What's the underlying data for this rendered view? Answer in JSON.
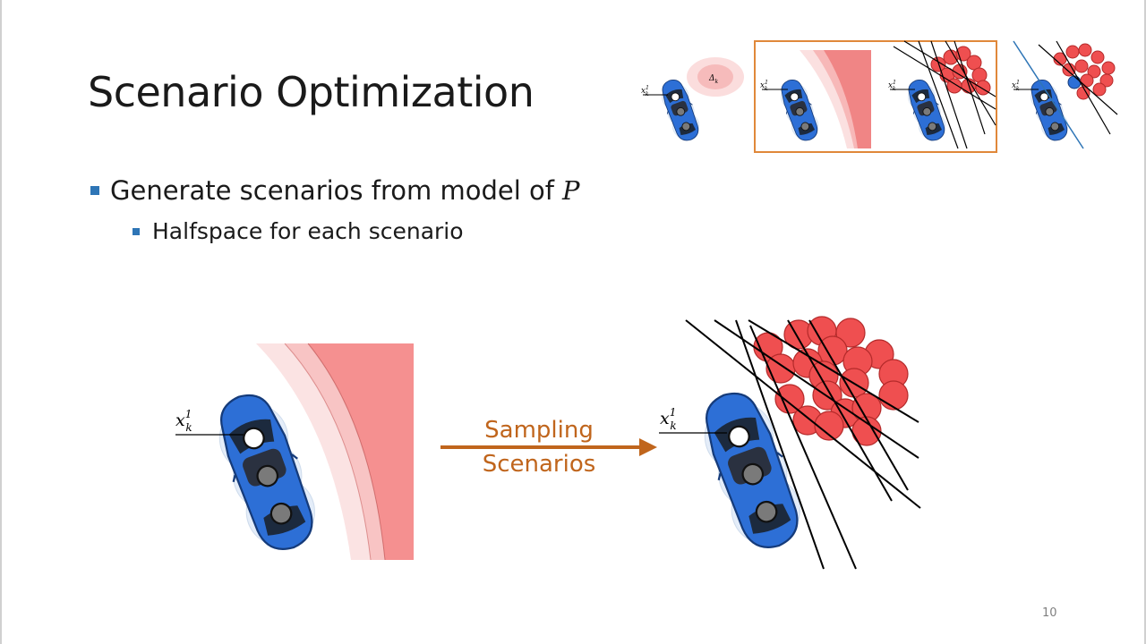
{
  "slide": {
    "title": "Scenario Optimization",
    "bullets": [
      {
        "text": "Generate scenarios from model of",
        "math_var": "P",
        "level": 1
      },
      {
        "text": "Halfspace for each scenario",
        "level": 2
      }
    ],
    "arrow_label_line1": "Sampling",
    "arrow_label_line2": "Scenarios",
    "page_number": "10"
  },
  "math_labels": {
    "state_var": "x",
    "state_sub": "k",
    "state_sup": "1",
    "uncertainty_var": "Δ",
    "uncertainty_sub": "k"
  },
  "colors": {
    "accent_arrow": "#c0651c",
    "bullet": "#2e75b6",
    "car_body": "#2d6fd6",
    "obstacle_red": "#f07a7a",
    "obstacle_fill": "#ef4f50",
    "highlight_box": "#e0883a"
  },
  "icons": {
    "car": "top-view-car-icon",
    "arrow": "right-arrow-icon"
  }
}
